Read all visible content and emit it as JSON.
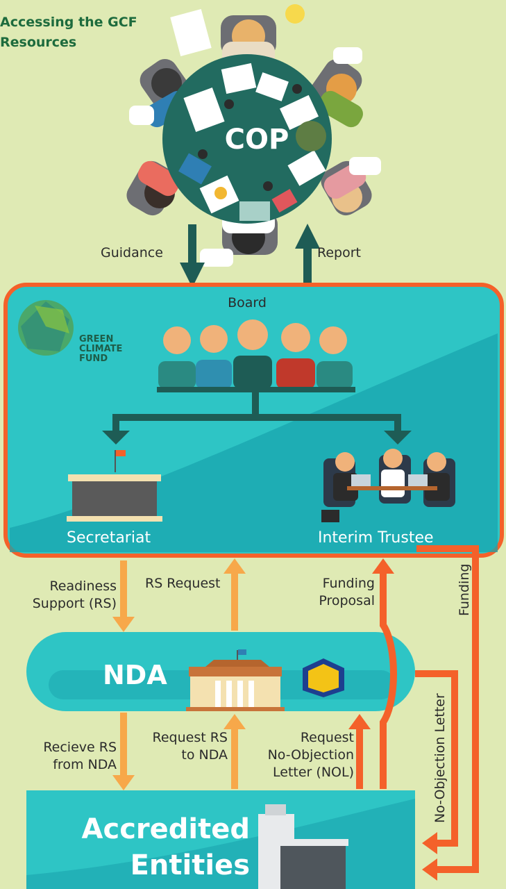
{
  "title_line1": "Accessing the GCF",
  "title_line2": "Resources",
  "cop": "COP",
  "guidance": "Guidance",
  "report": "Report",
  "gcf_logo": {
    "line1": "GREEN",
    "line2": "CLIMATE",
    "line3": "FUND"
  },
  "board": "Board",
  "secretariat": "Secretariat",
  "interim_trustee": "Interim Trustee",
  "readiness_line1": "Readiness",
  "readiness_line2": "Support (RS)",
  "rs_request": "RS Request",
  "funding_proposal_line1": "Funding",
  "funding_proposal_line2": "Proposal",
  "funding": "Funding",
  "nda": "NDA",
  "receive_line1": "Recieve RS",
  "receive_line2": "from NDA",
  "request_rs_line1": "Request RS",
  "request_rs_line2": "to NDA",
  "request_nol_line1": "Request",
  "request_nol_line2": "No-Objection",
  "request_nol_line3": "Letter (NOL)",
  "no_objection_letter": "No-Objection Letter",
  "accredited_line1": "Accredited",
  "accredited_line2": "Entities",
  "colors": {
    "background": "#dfeab4",
    "teal": "#2ec5c5",
    "dark_teal": "#1e5c55",
    "orange": "#f4612a",
    "light_orange": "#f7a84a"
  }
}
